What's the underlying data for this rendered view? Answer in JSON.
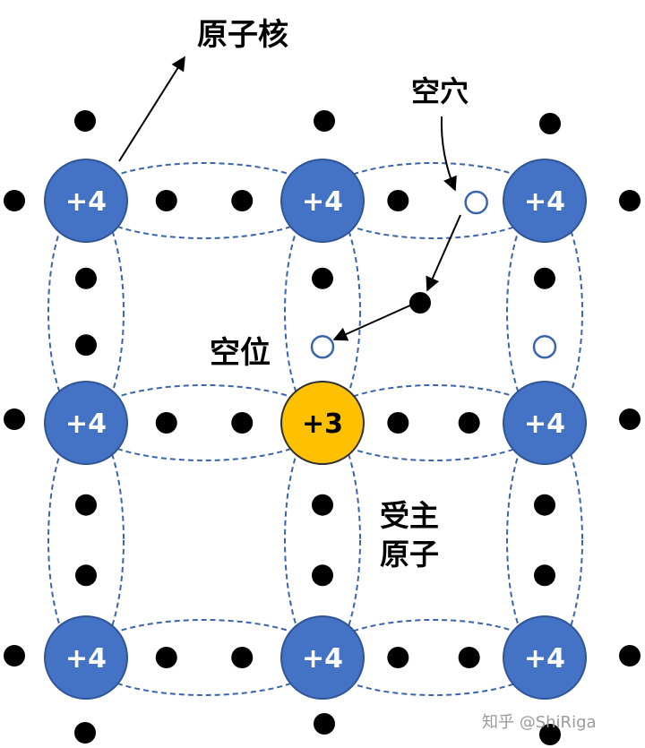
{
  "labels": {
    "nucleus": "原子核",
    "hole": "空穴",
    "vacancy": "空位",
    "acceptor_line1": "受主",
    "acceptor_line2": "原子",
    "watermark": "知乎 @ShiRiga"
  },
  "atoms": [
    {
      "charge": "+4",
      "kind": "silicon"
    },
    {
      "charge": "+4",
      "kind": "silicon"
    },
    {
      "charge": "+4",
      "kind": "silicon"
    },
    {
      "charge": "+4",
      "kind": "silicon"
    },
    {
      "charge": "+3",
      "kind": "acceptor"
    },
    {
      "charge": "+4",
      "kind": "silicon"
    },
    {
      "charge": "+4",
      "kind": "silicon"
    },
    {
      "charge": "+4",
      "kind": "silicon"
    },
    {
      "charge": "+4",
      "kind": "silicon"
    }
  ],
  "colors": {
    "silicon": "#4472c4",
    "acceptor": "#ffc000",
    "bond": "#3a64ac",
    "electron": "#000000",
    "hole_fill": "#ffffff"
  }
}
